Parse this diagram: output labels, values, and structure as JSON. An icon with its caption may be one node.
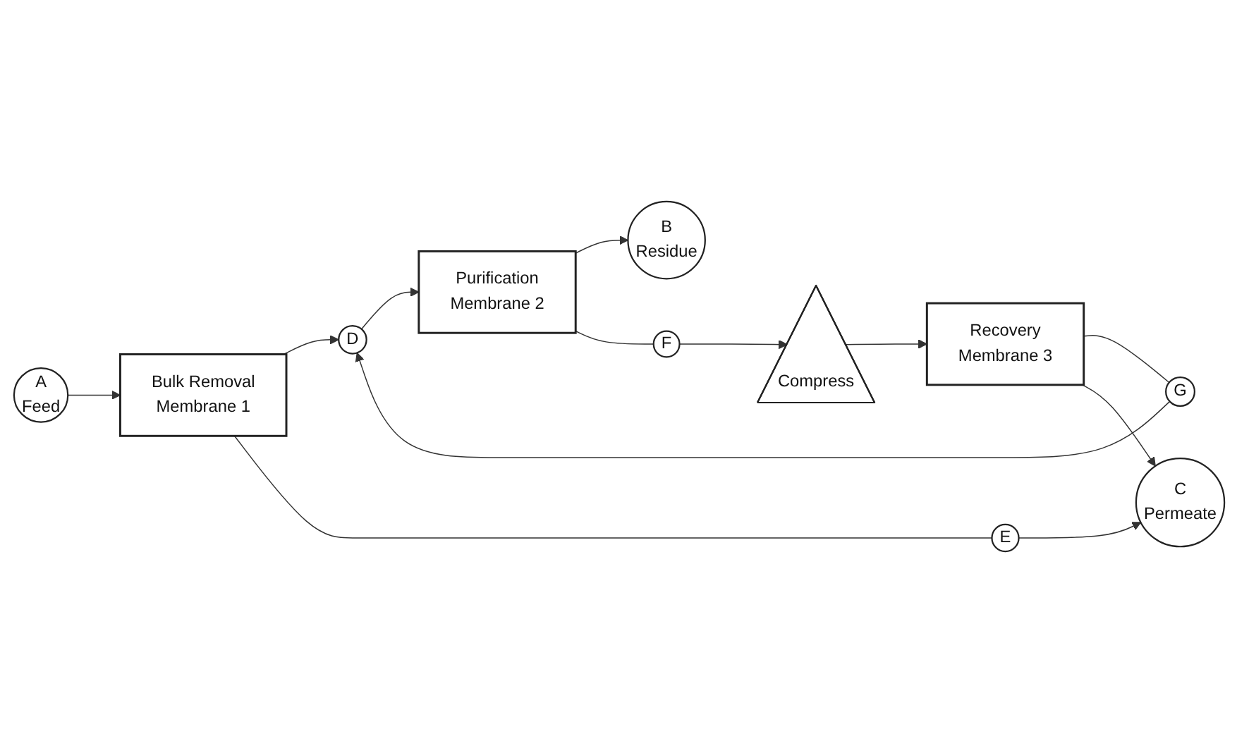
{
  "diagram": {
    "nodes": [
      {
        "text": [
          "A",
          "Feed"
        ]
      },
      {
        "text": [
          "Bulk Removal",
          "Membrane 1"
        ]
      },
      {
        "text": [
          "D"
        ]
      },
      {
        "text": [
          "Purification",
          "Membrane 2"
        ]
      },
      {
        "text": [
          "B",
          "Residue"
        ]
      },
      {
        "text": [
          "F"
        ]
      },
      {
        "text": [
          "Compress"
        ]
      },
      {
        "text": [
          "Recovery",
          "Membrane 3"
        ]
      },
      {
        "text": [
          "G"
        ]
      },
      {
        "text": [
          "E"
        ]
      },
      {
        "text": [
          "C",
          "Permeate"
        ]
      }
    ],
    "edges": [
      {
        "from": 0,
        "to": 1,
        "arrow": "to"
      },
      {
        "from": 1,
        "to": 2,
        "arrow": "to"
      },
      {
        "from": 2,
        "to": 3,
        "arrow": "to"
      },
      {
        "from": 3,
        "to": 4,
        "arrow": "to"
      },
      {
        "from": 3,
        "to": 5,
        "arrow": "none"
      },
      {
        "from": 5,
        "to": 6,
        "arrow": "to"
      },
      {
        "from": 6,
        "to": 7,
        "arrow": "to"
      },
      {
        "from": 7,
        "to": 8,
        "arrow": "none"
      },
      {
        "from": 8,
        "to": 2,
        "arrow": "to"
      },
      {
        "from": 1,
        "to": 9,
        "arrow": "none"
      },
      {
        "from": 9,
        "to": 10,
        "arrow": "to"
      },
      {
        "from": 7,
        "to": 10,
        "arrow": "to"
      }
    ]
  }
}
